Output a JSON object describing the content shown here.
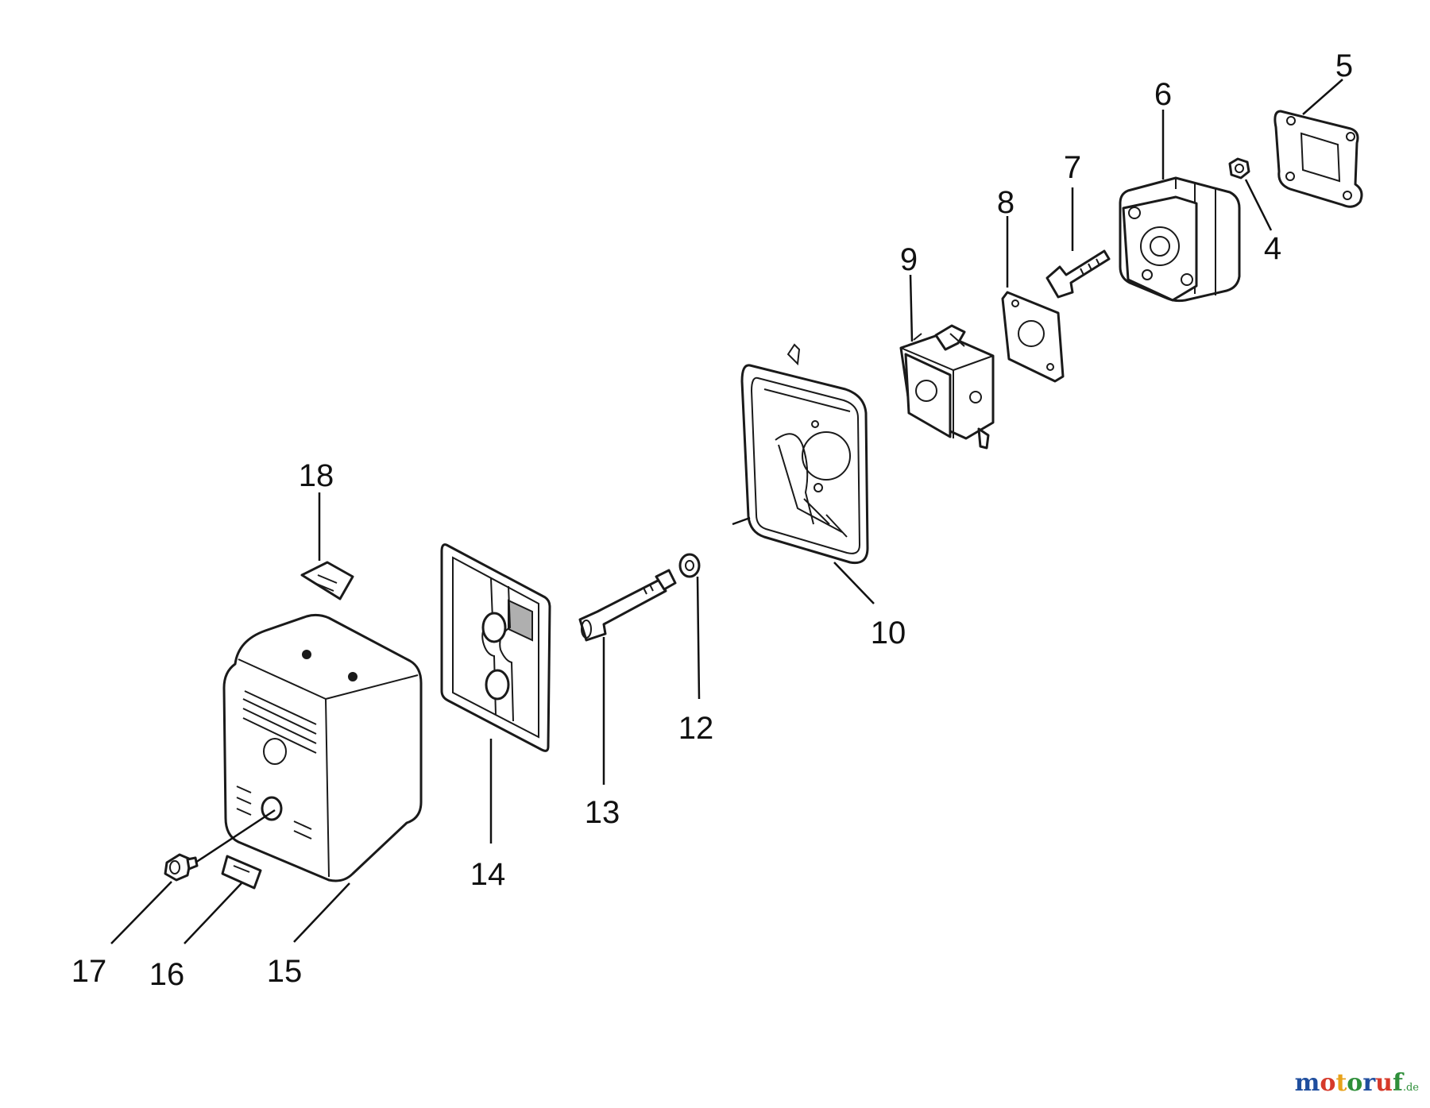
{
  "diagram": {
    "callouts": [
      {
        "id": "c4",
        "number": "4"
      },
      {
        "id": "c5",
        "number": "5"
      },
      {
        "id": "c6",
        "number": "6"
      },
      {
        "id": "c7",
        "number": "7"
      },
      {
        "id": "c8",
        "number": "8"
      },
      {
        "id": "c9",
        "number": "9"
      },
      {
        "id": "c10",
        "number": "10"
      },
      {
        "id": "c12",
        "number": "12"
      },
      {
        "id": "c13",
        "number": "13"
      },
      {
        "id": "c14",
        "number": "14"
      },
      {
        "id": "c15",
        "number": "15"
      },
      {
        "id": "c16",
        "number": "16"
      },
      {
        "id": "c17",
        "number": "17"
      },
      {
        "id": "c18",
        "number": "18"
      }
    ]
  },
  "watermark": {
    "text_main": "motoruf",
    "text_suffix": ".de",
    "colors": [
      "#1f4e9e",
      "#d63a2a",
      "#e8a21a",
      "#2f8f3a",
      "#1f4e9e",
      "#d63a2a",
      "#2f8f3a"
    ]
  }
}
